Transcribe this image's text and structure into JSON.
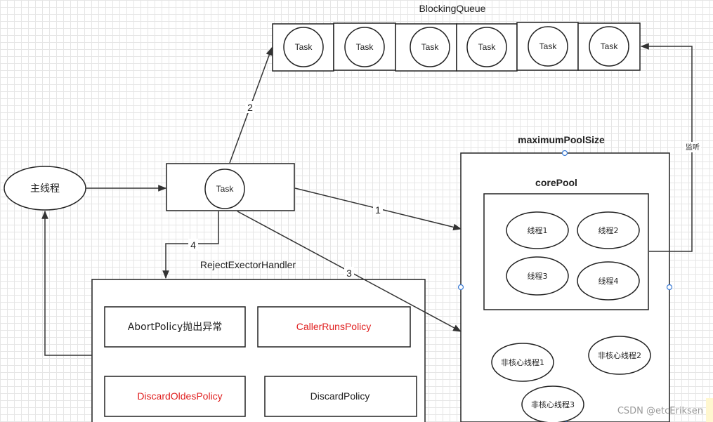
{
  "queue": {
    "title": "BlockingQueue",
    "tasks": [
      "Task",
      "Task",
      "Task",
      "Task",
      "Task",
      "Task"
    ]
  },
  "producer": {
    "label": "主线程"
  },
  "incoming_task": {
    "label": "Task"
  },
  "edges": {
    "step1": "1",
    "step2": "2",
    "step3": "3",
    "step4": "4",
    "monitor": "监听"
  },
  "pool": {
    "title": "maximumPoolSize",
    "core_title": "corePool",
    "core_threads": [
      "线程1",
      "线程2",
      "线程3",
      "线程4"
    ],
    "non_core_threads": [
      "非核心线程1",
      "非核心线程2",
      "非核心线程3"
    ]
  },
  "handler": {
    "title": "RejectExectorHandler",
    "policies": [
      {
        "label": "AbortPolicy抛出异常",
        "color": "#222222"
      },
      {
        "label": "CallerRunsPolicy",
        "color": "#e02020"
      },
      {
        "label": "DiscardOldesPolicy",
        "color": "#e02020"
      },
      {
        "label": "DiscardPolicy",
        "color": "#222222"
      }
    ]
  },
  "watermark": "CSDN @etcEriksen"
}
